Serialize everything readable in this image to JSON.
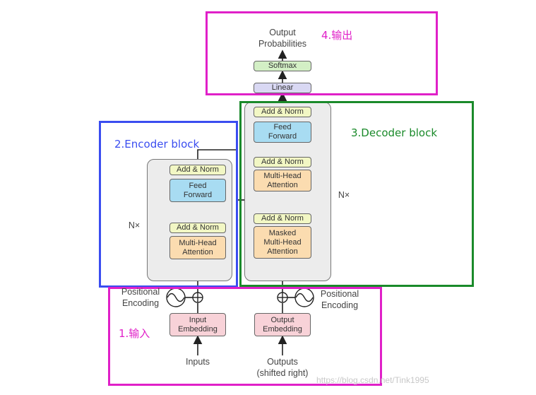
{
  "output": {
    "label": "Output\nProbabilities"
  },
  "softmax": {
    "label": "Softmax"
  },
  "linear": {
    "label": "Linear"
  },
  "encoder": {
    "add_norm_top": "Add & Norm",
    "feed_forward": "Feed\nForward",
    "add_norm_bottom": "Add & Norm",
    "multi_head": "Multi-Head\nAttention",
    "nx": "N×"
  },
  "decoder": {
    "add_norm_top": "Add & Norm",
    "feed_forward": "Feed\nForward",
    "add_norm_mid": "Add & Norm",
    "multi_head": "Multi-Head\nAttention",
    "add_norm_bottom": "Add & Norm",
    "masked_multi_head": "Masked\nMulti-Head\nAttention",
    "nx": "N×"
  },
  "positional_left": "Positional\nEncoding",
  "positional_right": "Positional\nEncoding",
  "input_embedding": "Input\nEmbedding",
  "output_embedding": "Output\nEmbedding",
  "inputs": "Inputs",
  "outputs": "Outputs\n(shifted right)",
  "annotations": {
    "output_section": "4.输出",
    "encoder_section": "2.Encoder block",
    "decoder_section": "3.Decoder block",
    "input_section": "1.输入"
  },
  "watermark": "https://blog.csdn.net/Tink1995",
  "colors": {
    "magenta": "#e020c8",
    "blue": "#3a4df0",
    "green": "#1a8a2a",
    "add_norm": "#f2f7c4",
    "feed_forward": "#a8dcf2",
    "attention": "#fbdcb0",
    "embedding": "#f8d2d8",
    "linear": "#d9d8f3",
    "softmax": "#d3efc5"
  }
}
